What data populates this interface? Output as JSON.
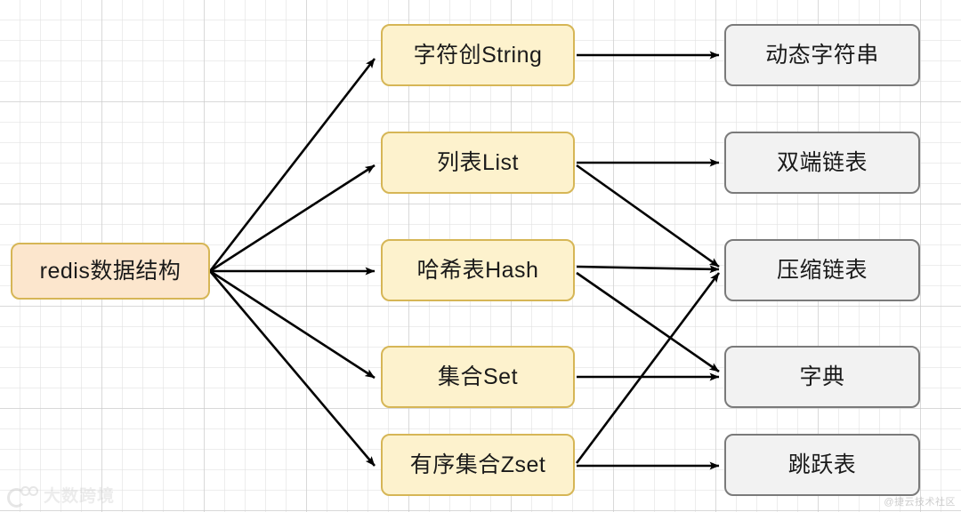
{
  "diagram": {
    "title": "redis数据结构",
    "type": "flowchart",
    "colors": {
      "root_fill": "#fce6cd",
      "root_border": "#d6b656",
      "type_fill": "#fdf2cd",
      "type_border": "#d6b656",
      "impl_fill": "#f2f2f2",
      "impl_border": "#7a7a7a",
      "edge": "#000000",
      "grid": "#e1e1e1",
      "background": "#ffffff"
    },
    "root": {
      "id": "root",
      "label": "redis数据结构"
    },
    "types": [
      {
        "id": "string",
        "label": "字符创String"
      },
      {
        "id": "list",
        "label": "列表List"
      },
      {
        "id": "hash",
        "label": "哈希表Hash"
      },
      {
        "id": "set",
        "label": "集合Set"
      },
      {
        "id": "zset",
        "label": "有序集合Zset"
      }
    ],
    "impls": [
      {
        "id": "sds",
        "label": "动态字符串"
      },
      {
        "id": "linklist",
        "label": "双端链表"
      },
      {
        "id": "ziplist",
        "label": "压缩链表"
      },
      {
        "id": "dict",
        "label": "字典"
      },
      {
        "id": "skiplist",
        "label": "跳跃表"
      }
    ],
    "edges": [
      {
        "from": "root",
        "to": "string"
      },
      {
        "from": "root",
        "to": "list"
      },
      {
        "from": "root",
        "to": "hash"
      },
      {
        "from": "root",
        "to": "set"
      },
      {
        "from": "root",
        "to": "zset"
      },
      {
        "from": "string",
        "to": "sds"
      },
      {
        "from": "list",
        "to": "linklist"
      },
      {
        "from": "list",
        "to": "ziplist"
      },
      {
        "from": "hash",
        "to": "ziplist"
      },
      {
        "from": "hash",
        "to": "dict"
      },
      {
        "from": "set",
        "to": "dict"
      },
      {
        "from": "zset",
        "to": "ziplist"
      },
      {
        "from": "zset",
        "to": "skiplist"
      }
    ]
  },
  "watermarks": {
    "left": "大数跨境",
    "right": "@捷云技术社区"
  }
}
